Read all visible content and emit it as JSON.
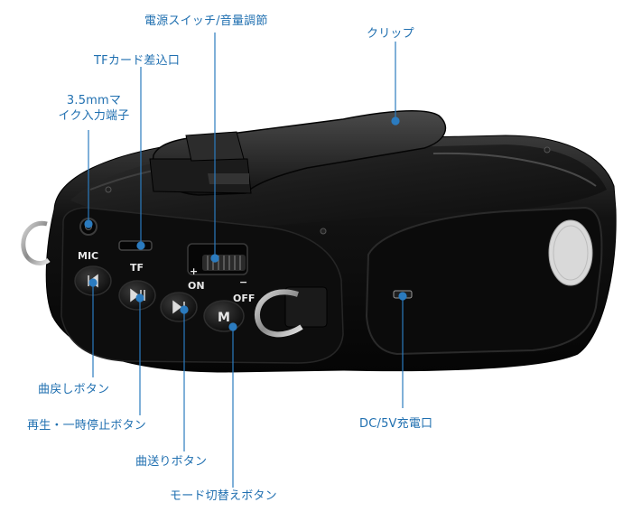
{
  "diagram": {
    "line_color": "#2b7bbf",
    "dot_color": "#2b7bbf",
    "text_color": "#1f6fb0",
    "device_color": "#111111"
  },
  "callouts": {
    "power_switch": "電源スイッチ/音量調節",
    "clip": "クリップ",
    "tf_slot": "TFカード差込口",
    "mic_jack_line1": "3.5mmマ",
    "mic_jack_line2": "イク入力端子",
    "prev_button": "曲戻しボタン",
    "play_pause_button": "再生・一時停止ボタン",
    "next_button": "曲送りボタン",
    "mode_button": "モード切替えボタン",
    "dc_port": "DC/5V充電口"
  },
  "device_labels": {
    "mic": "MIC",
    "tf": "TF",
    "plus": "+",
    "minus": "−",
    "on": "ON",
    "off": "OFF",
    "mode": "M"
  }
}
